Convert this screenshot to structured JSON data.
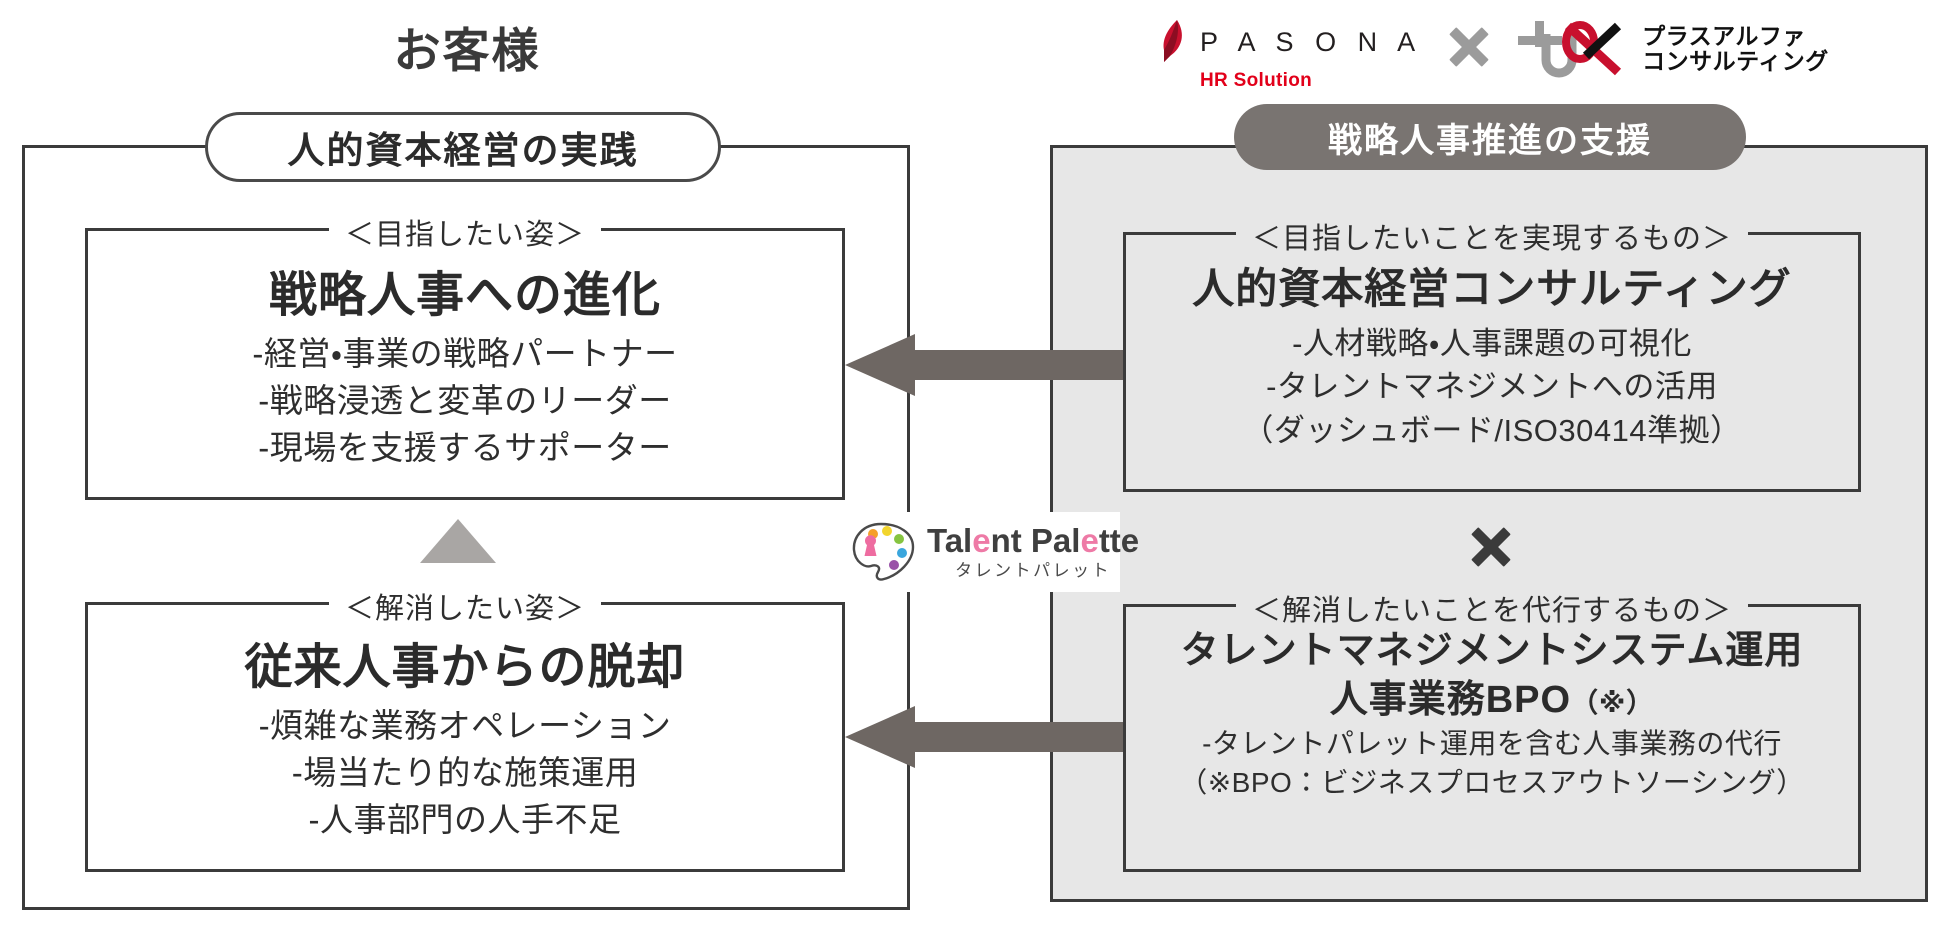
{
  "logos": {
    "pasona": {
      "wordmark": "P A S O N A",
      "tagline": "HR Solution",
      "mark_icon": "pasona-flame-icon",
      "accent_color": "#e2001a"
    },
    "separator_icon": "multiply-icon",
    "plus_alpha": {
      "mark_icon": "plus-alpha-mark-icon",
      "line1": "プラスアルファ",
      "line2": "コンサルティング"
    }
  },
  "left": {
    "title": "お客様",
    "badge": "人的資本経営の実践",
    "upper_box": {
      "legend": "＜目指したい姿＞",
      "heading": "戦略人事への進化",
      "lines": [
        "-経営・事業の戦略パートナー",
        "-戦略浸透と変革のリーダー",
        "-現場を支援するサポーター"
      ]
    },
    "lower_box": {
      "legend": "＜解消したい姿＞",
      "heading": "従来人事からの脱却",
      "lines": [
        "-煩雑な業務オペレーション",
        "-場当たり的な施策運用",
        "-人事部門の人手不足"
      ]
    },
    "transition_icon": "up-triangle-icon"
  },
  "right": {
    "badge": "戦略人事推進の支援",
    "upper_box": {
      "legend": "＜目指したいことを実現するもの＞",
      "heading": "人的資本経営コンサルティング",
      "lines": [
        "-人材戦略・人事課題の可視化",
        "-タレントマネジメントへの活用",
        "（ダッシュボード/ISO30414準拠）"
      ]
    },
    "separator_icon": "multiply-icon",
    "lower_box": {
      "legend": "＜解消したいことを代行するもの＞",
      "heading_line1": "タレントマネジメントシステム運用",
      "heading_line2": "人事業務BPO",
      "heading_line2_note": "（※）",
      "lines": [
        "-タレントパレット運用を含む人事業務の代行",
        "（※BPO：ビジネスプロセスアウトソーシング）"
      ]
    }
  },
  "center": {
    "product_logo": {
      "mark_icon": "palette-icon",
      "name_part1": "Tal",
      "name_accent1": "e",
      "name_part2": "nt Pal",
      "name_accent2": "e",
      "name_part3": "tte",
      "kana": "タレントパレット",
      "accent_color": "#ee7aa6"
    },
    "arrow_top_icon": "arrow-left-icon",
    "arrow_bottom_icon": "arrow-left-icon"
  },
  "colors": {
    "panel_gray_fill": "#e7e7e7",
    "badge_dark": "#797471",
    "arrow_gray": "#6e6763",
    "triangle_gray": "#a9a6a4",
    "border_dark": "#3b3b3b"
  }
}
